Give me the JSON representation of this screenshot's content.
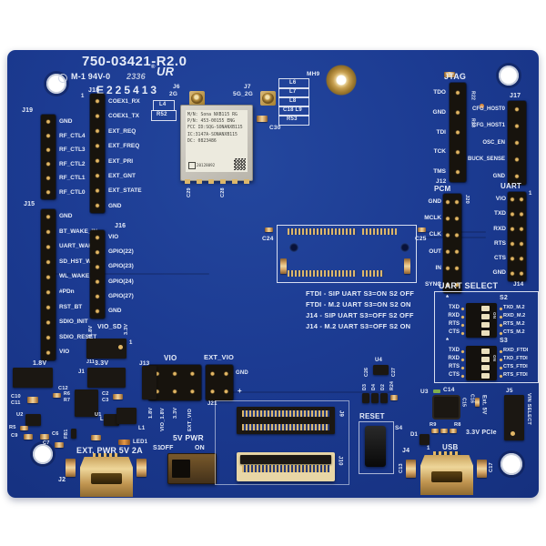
{
  "colors": {
    "pcb": "#1c3b92",
    "silkscreen": "#e6ecf8",
    "gold": "#cfa85e"
  },
  "top": {
    "part_number": "750-03421-R2.0",
    "ul_line": "M-1 94V-0",
    "date_code": "2336",
    "ul_logo": "UR",
    "reg_mark": "®",
    "esd_code": "E225413",
    "mh9": "MH9",
    "component_table": [
      "L6",
      "L7",
      "L8",
      "C18 L9",
      "R53"
    ],
    "l4": "L4",
    "r52": "R52",
    "c30": "C30",
    "j6_ref": "J6",
    "j6_band": "2G",
    "j7_ref": "J7",
    "j7_band": "5G_2G"
  },
  "module": {
    "line1": "M/N: Sona NXB115  RG",
    "line2": "P/N: 453-00155   ENG",
    "line3": "FCC ID:SQG-SONANXB115",
    "line4": "IC:3147A-SONANXB115",
    "line5": "DC: 0823486",
    "code": "20128092",
    "c29": "C29",
    "c28": "C28"
  },
  "left": {
    "j19": {
      "ref": "J19",
      "pins": [
        "GND",
        "RF_CTL4",
        "RF_CTL3",
        "RF_CTL2",
        "RF_CTL1",
        "RF_CTL0"
      ]
    },
    "j18": {
      "ref": "J18",
      "pins": [
        "COEX1_RX",
        "COEX1_TX",
        "EXT_REQ",
        "EXT_FREQ",
        "EXT_PRI",
        "EXT_GNT",
        "EXT_STATE",
        "GND"
      ]
    },
    "j15": {
      "ref": "J15",
      "pins": [
        "GND",
        "BT_WAKE_IN",
        "UART_WAKE",
        "SD_HST_WAKE",
        "WL_WAKE_IN",
        "#PDn",
        "RST_BT",
        "SDIO_INIT",
        "SDIO_RESET",
        "VIO"
      ]
    },
    "j16": {
      "ref": "J16",
      "pins": [
        "VIO",
        "GPIO(22)",
        "GPIO(23)",
        "GPIO(24)",
        "GPIO(27)",
        "GND"
      ]
    },
    "vio_sd": {
      "left": "1.8V",
      "title": "VIO_SD",
      "right": "3.3V",
      "ref": "J11"
    }
  },
  "right": {
    "jtag": {
      "title": "JTAG",
      "pins": [
        "TDO",
        "GND",
        "TDI",
        "TCK",
        "TMS"
      ],
      "r22": "R22",
      "r23": "R23"
    },
    "j17": {
      "ref": "J17",
      "pins": [
        "CFG_HOST0",
        "CFG_HOST1",
        "OSC_EN",
        "BUCK_SENSE",
        "GND"
      ]
    },
    "pcm": {
      "ref": "J12",
      "title": "PCM",
      "side_ref": "J20",
      "pins": [
        "GND",
        "MCLK",
        "CLK",
        "OUT",
        "IN",
        "SYNC"
      ]
    },
    "uart": {
      "title": "UART",
      "ref": "J14",
      "pins": [
        "VIO",
        "TXD",
        "RXD",
        "RTS",
        "CTS",
        "GND"
      ]
    }
  },
  "uart_select": {
    "title": "UART SELECT",
    "star": "*",
    "on": "ON",
    "s2": {
      "ref": "S2",
      "left": [
        "TXD",
        "RXD",
        "RTS",
        "CTS"
      ],
      "right": [
        "TXD_M.2",
        "RXD_M.2",
        "RTS_M.2",
        "CTS_M.2"
      ]
    },
    "s3": {
      "ref": "S3",
      "left": [
        "TXD",
        "RXD",
        "RTS",
        "CTS"
      ],
      "right": [
        "RXD_FTDI",
        "TXD_FTDI",
        "CTS_FTDI",
        "RTS_FTDI"
      ]
    }
  },
  "notes": {
    "line1": "FTDI - SIP UART S3=ON S2 OFF",
    "line2": "FTDI - M.2 UART S3=ON S2 ON",
    "line3": "J14 - SIP UART S3=OFF S2 OFF",
    "line4": "J14 - M.2 UART S3=OFF S2 ON"
  },
  "m2": {
    "c24": "C24",
    "c25": "C25"
  },
  "vio_headers": {
    "j13_ref": "J13",
    "j13_title": "VIO",
    "b1": "1.8V",
    "b2": "VIO_1.8V",
    "b3": "3.3V",
    "b4": "EXT_VIO",
    "ext_vio_title": "EXT_VIO",
    "j21_ref": "J21",
    "gnd": "GND",
    "plus": "+"
  },
  "power": {
    "v18": "1.8V",
    "j1": "J1",
    "v33": "3.3V",
    "ext_pwr": "EXT. PWR 5V 2A",
    "j2": "J2",
    "s1": "S1",
    "sw_title": "5V PWR",
    "off": "OFF",
    "on": "ON"
  },
  "bottom_center": {
    "j9": "J9",
    "j10": "J10",
    "reset": "RESET",
    "s4": "S4"
  },
  "usb_area": {
    "u3": "U3",
    "c14": "C14",
    "c15": "C15",
    "c16": "C16",
    "r9": "R9",
    "r8": "R8",
    "d1": "D1",
    "usb": "USB",
    "j4": "J4",
    "c13": "C13",
    "c17": "C17",
    "ext5v": "Ext. 5V",
    "j5": "J5",
    "vin_select": "VIN SELECT",
    "pcie": "3.3V PCIe"
  },
  "u4_area": {
    "u4": "U4",
    "c26": "C26",
    "c27": "C27",
    "d3": "D3",
    "d4": "D4",
    "d2": "D2",
    "r24": "R24"
  },
  "lower_left": {
    "c10": "C10",
    "c11": "C11",
    "u2": "U2",
    "r5": "R5",
    "c9": "C9",
    "c12": "C12",
    "r6": "R6",
    "r7": "R7",
    "l2": "L2",
    "c2": "C2",
    "c3": "C3",
    "u1": "U1",
    "c6": "C6",
    "c7": "C7",
    "fb1": "FB1",
    "l1": "L1",
    "led1": "LED1"
  },
  "misc": {
    "pin1": "1"
  }
}
